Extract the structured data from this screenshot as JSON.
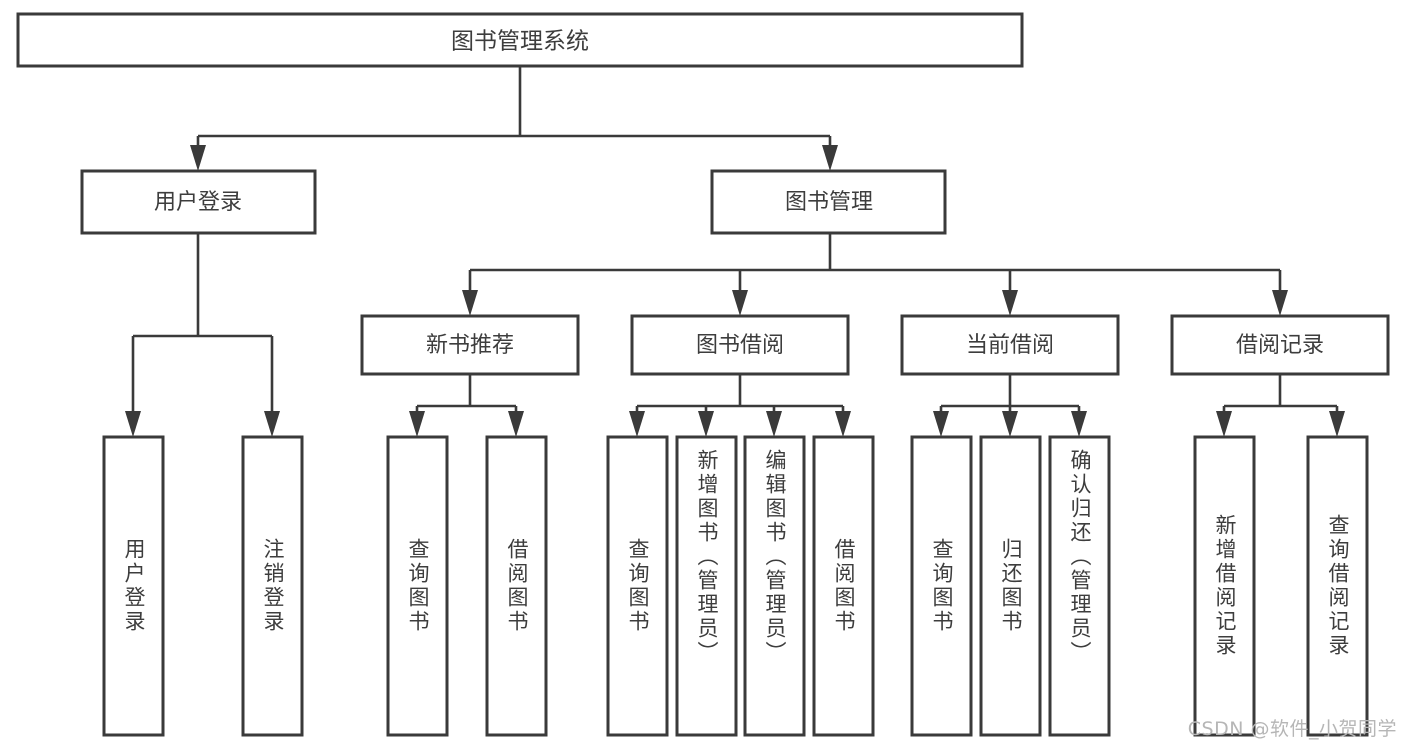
{
  "diagram": {
    "title": "图书管理系统",
    "watermark": "CSDN @软件_小贺同学",
    "theme": {
      "background": "#ffffff",
      "box_stroke": "#3a3a3a",
      "box_fill": "#ffffff",
      "text_color": "#3d3d3d",
      "watermark_color": "#b6b6b6"
    },
    "root": {
      "label": "图书管理系统",
      "orientation": "horizontal"
    },
    "level2": [
      {
        "label": "用户登录",
        "orientation": "horizontal"
      },
      {
        "label": "图书管理",
        "orientation": "horizontal"
      }
    ],
    "level3": [
      {
        "label": "新书推荐",
        "orientation": "horizontal"
      },
      {
        "label": "图书借阅",
        "orientation": "horizontal"
      },
      {
        "label": "当前借阅",
        "orientation": "horizontal"
      },
      {
        "label": "借阅记录",
        "orientation": "horizontal"
      }
    ],
    "leaves": {
      "user_login": [
        {
          "label": "用户登录",
          "orientation": "vertical"
        },
        {
          "label": "注销登录",
          "orientation": "vertical"
        }
      ],
      "new_book_recommend": [
        {
          "label": "查询图书",
          "orientation": "vertical"
        },
        {
          "label": "借阅图书",
          "orientation": "vertical"
        }
      ],
      "book_borrow": [
        {
          "label": "查询图书",
          "orientation": "vertical"
        },
        {
          "label": "新增图书（管理员）",
          "orientation": "vertical"
        },
        {
          "label": "编辑图书（管理员）",
          "orientation": "vertical"
        },
        {
          "label": "借阅图书",
          "orientation": "vertical"
        }
      ],
      "current_borrow": [
        {
          "label": "查询图书",
          "orientation": "vertical"
        },
        {
          "label": "归还图书",
          "orientation": "vertical"
        },
        {
          "label": "确认归还（管理员）",
          "orientation": "vertical"
        }
      ],
      "borrow_record": [
        {
          "label": "新增借阅记录",
          "orientation": "vertical"
        },
        {
          "label": "查询借阅记录",
          "orientation": "vertical"
        }
      ]
    }
  }
}
